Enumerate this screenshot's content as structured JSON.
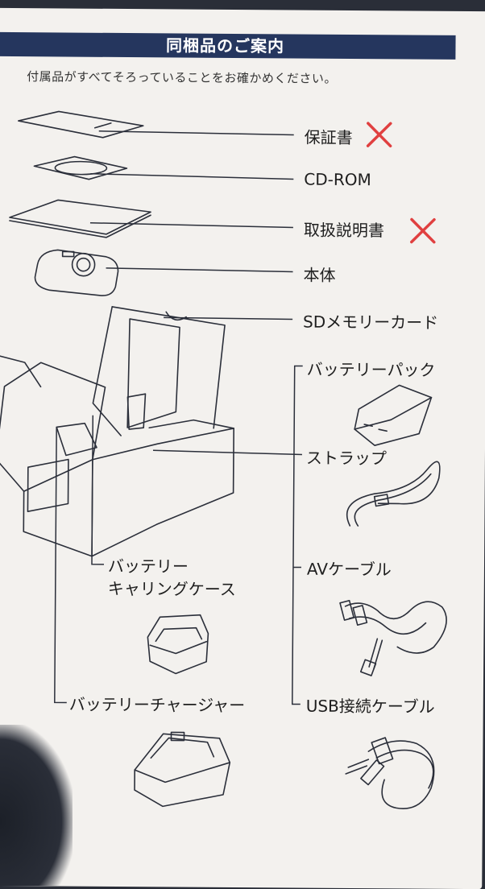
{
  "header": {
    "title": "同梱品のご案内",
    "subtitle": "付属品がすべてそろっていることをお確かめください。"
  },
  "items": {
    "warranty": "保証書",
    "cdrom": "CD-ROM",
    "manual": "取扱説明書",
    "camera_body": "本体",
    "sd_card": "SDメモリーカード",
    "battery_pack": "バッテリーパック",
    "strap": "ストラップ",
    "battery_case_line1": "バッテリー",
    "battery_case_line2": "キャリングケース",
    "av_cable": "AVケーブル",
    "battery_charger": "バッテリーチャージャー",
    "usb_cable": "USB接続ケーブル"
  },
  "marks": {
    "cross_color": "#e04040",
    "crossed_items": [
      "warranty",
      "manual"
    ]
  },
  "colors": {
    "header_bg": "#25365e",
    "card_bg": "#f3f1ee",
    "ink": "#2b2f3a"
  }
}
